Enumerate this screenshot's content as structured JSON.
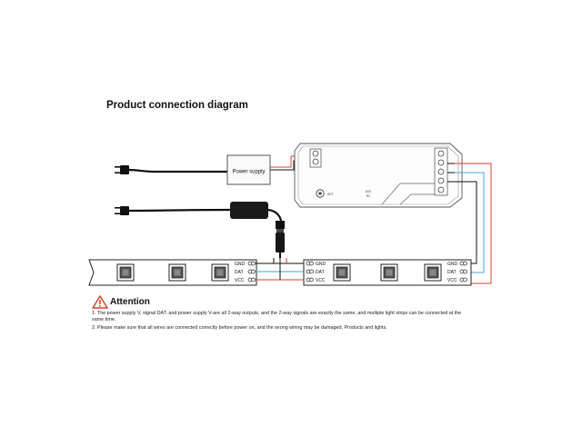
{
  "title": "Product connection diagram",
  "power_supply_label": "Power supply",
  "controller": {
    "port_a": "SET",
    "port_b": "DIGI",
    "port_c": "RC"
  },
  "strip_labels": [
    "GND",
    "DAT",
    "VCC"
  ],
  "colors": {
    "red": "#d9412e",
    "blue": "#4aa3d8",
    "black": "#111111",
    "gray": "#8a8a8a"
  },
  "attention": {
    "icon": "warning-triangle-icon",
    "title": "Attention",
    "note1": "1. The power supply V, signal DAT, and power supply V-are all 2-way outputs, and the 2-way signals are exactly the same, and multiple light strips can be connected at the same time.",
    "note2": "2. Please make sure that all wires are connected correctly before power on, and the wrong wiring may be damaged. Products and lights."
  }
}
